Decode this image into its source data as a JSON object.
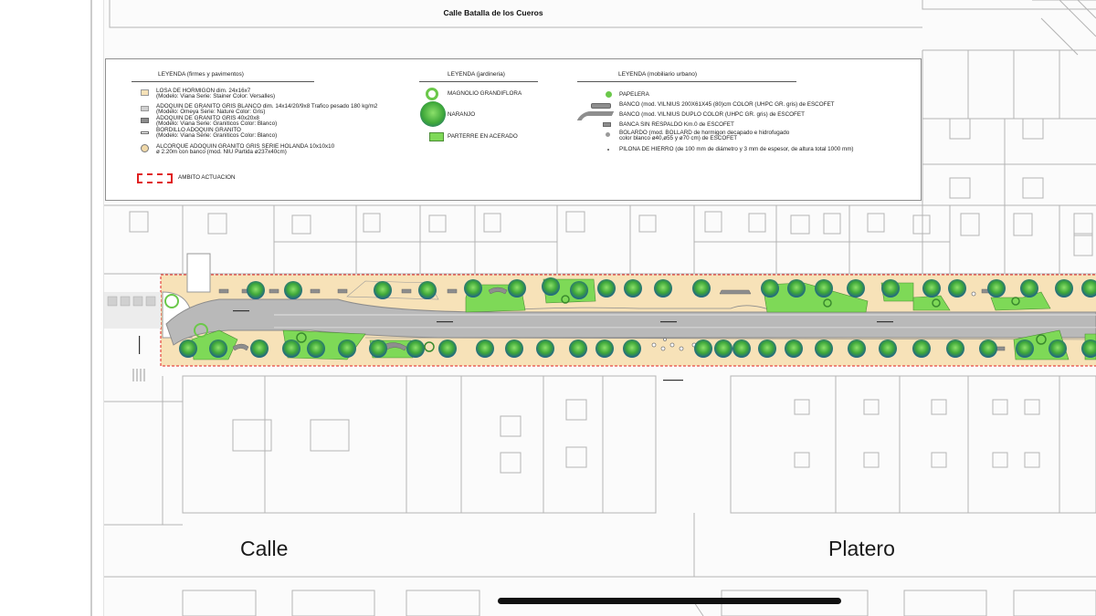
{
  "map": {
    "top_street_name": "Calle Batalla de los Cueros",
    "bottom_street_word_1": "Calle",
    "bottom_street_word_2": "Platero"
  },
  "legend": {
    "firmes": {
      "title": "LEYENDA (firmes y pavimentos)",
      "items": [
        {
          "line1": "LOSA DE HORMIGON dim. 24x16x7",
          "line2": "(Modelo: Viana Serie: Stainer Color: Versalles)"
        },
        {
          "line1": "ADOQUIN DE GRANITO GRIS BLANCO dim. 14x14/20/9x8 Trafico pesado 180 kg/m2",
          "line2": "(Modelo: Omeya Serie: Nature Color: Gris)"
        },
        {
          "line1": "ADOQUIN DE GRANITO GRIS 40x20x8",
          "line2": "(Modelo: Viana Serie: Graniticos Color: Blanco)"
        },
        {
          "line1": "BORDILLO ADOQUIN GRANITO",
          "line2": "(Modelo: Viana Serie: Graniticos Color: Blanco)"
        },
        {
          "line1": "ALCORQUE ADOQUIN GRANITO GRIS  SERIE HOLANDA 10x10x10",
          "line2": "ø 2.20m con banco (mod. NIU Partida ø237x40cm)"
        }
      ],
      "ambito": "AMBITO ACTUACION"
    },
    "jardineria": {
      "title": "LEYENDA (jardineria)",
      "items": [
        "MAGNOLIO GRANDIFLORA",
        "NARANJO",
        "PARTERRE EN ACERADO"
      ]
    },
    "mobiliario": {
      "title": "LEYENDA (mobiliario urbano)",
      "items": [
        {
          "line1": "PAPELERA"
        },
        {
          "line1": "BANCO (mod. VILNIUS 200X61X45 (80)cm COLOR (UHPC GR. gris) de ESCOFET"
        },
        {
          "line1": "BANCO (mod. VILNIUS DUPLO COLOR (UHPC GR. gris) de ESCOFET"
        },
        {
          "line1": "BANCA SIN RESPALDO Km.0 de ESCOFET"
        },
        {
          "line1": "BOLARDO (mod. BOLLARD de hormigon decapado e hidrofugado",
          "line2": "color blanco ø40,ø55 y ø70 cm) de ESCOFET"
        },
        {
          "line1": "PILONA DE HIERRO (de 100 mm de diámetro y 3 mm de espesor, de altura total 1000 mm)"
        }
      ]
    }
  },
  "colors": {
    "paving_sand": "#f7e2b8",
    "road": "#b9b9b9",
    "parterre": "#7ed957",
    "tree_green": "#4cae3a",
    "tree_blue": "#2f6f9f",
    "ambito_red": "#e02020",
    "building_line": "#b4b4b4"
  }
}
